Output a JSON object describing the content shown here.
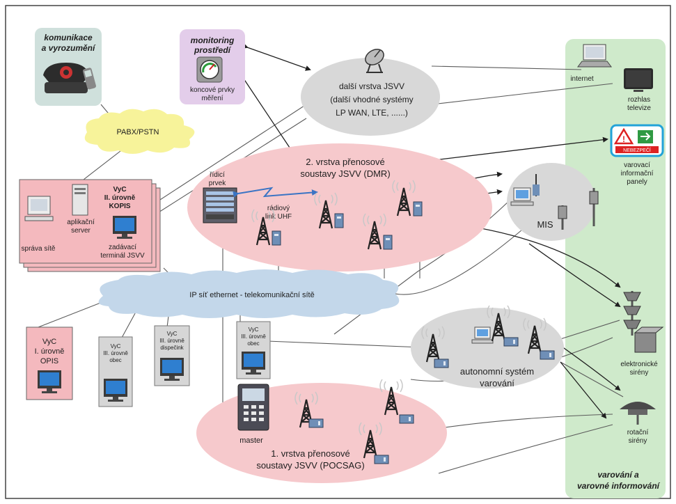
{
  "colors": {
    "pink": "#f6c9cc",
    "pink_box": "#f4b9be",
    "gray_ellipse": "#d8d8d8",
    "green_panel": "#cfeacb",
    "cloud_blue": "#c3d7ea",
    "cloud_yellow": "#f7f39a",
    "lilac": "#e3cdea",
    "line": "#555555",
    "arrow": "#1f1f1f"
  },
  "texts": {
    "komunikace_1": "komunikace",
    "komunikace_2": "a vyrozumění",
    "monitoring_1": "monitoring",
    "monitoring_2": "prostředí",
    "koncove_1": "koncové prvky",
    "koncove_2": "měření",
    "pabx": "PABX/PSTN",
    "dalsi_1": "další vrstva JSVV",
    "dalsi_2": "(další vhodné systémy",
    "dalsi_3": "LP WAN, LTE, ......)",
    "vrstva2_1": "2. vrstva přenosové",
    "vrstva2_2": "soustavy JSVV (DMR)",
    "ridici_1": "řídicí",
    "ridici_2": "prvek",
    "radiovy_1": "rádiový",
    "radiovy_2": "link UHF",
    "mis": "MIS",
    "internet": "internet",
    "rozhlas_1": "rozhlas",
    "rozhlas_2": "televize",
    "nebezpeci": "NEBEZPEČÍ",
    "panel_1": "varovací",
    "panel_2": "informační",
    "panel_3": "panely",
    "kopis_1": "VyC",
    "kopis_2": "II. úrovně",
    "kopis_3": "KOPIS",
    "aplikacni_1": "aplikační",
    "aplikacni_2": "server",
    "sprava": "správa sítě",
    "zadavaci_1": "zadávací",
    "zadavaci_2": "terminál JSVV",
    "ip_cloud": "IP síť ethernet - telekomunikační sítě",
    "opis_1": "VyC",
    "opis_2": "I. úrovně",
    "opis_3": "OPIS",
    "obec1_1": "VyC",
    "obec1_2": "III. úrovně",
    "obec1_3": "obec",
    "disp_1": "VyC",
    "disp_2": "III. úrovně",
    "disp_3": "dispečink",
    "obec2_1": "VyC",
    "obec2_2": "III. úrovně",
    "obec2_3": "obec",
    "autonomni_1": "autonomní systém",
    "autonomni_2": "varování",
    "master": "master",
    "vrstva1_1": "1. vrstva přenosové",
    "vrstva1_2": "soustavy JSVV (POCSAG)",
    "elektronicke_1": "elektronické",
    "elektronicke_2": "sirény",
    "rotacni_1": "rotační",
    "rotacni_2": "sirény",
    "varovani_1": "varování a",
    "varovani_2": "varovné informování"
  }
}
